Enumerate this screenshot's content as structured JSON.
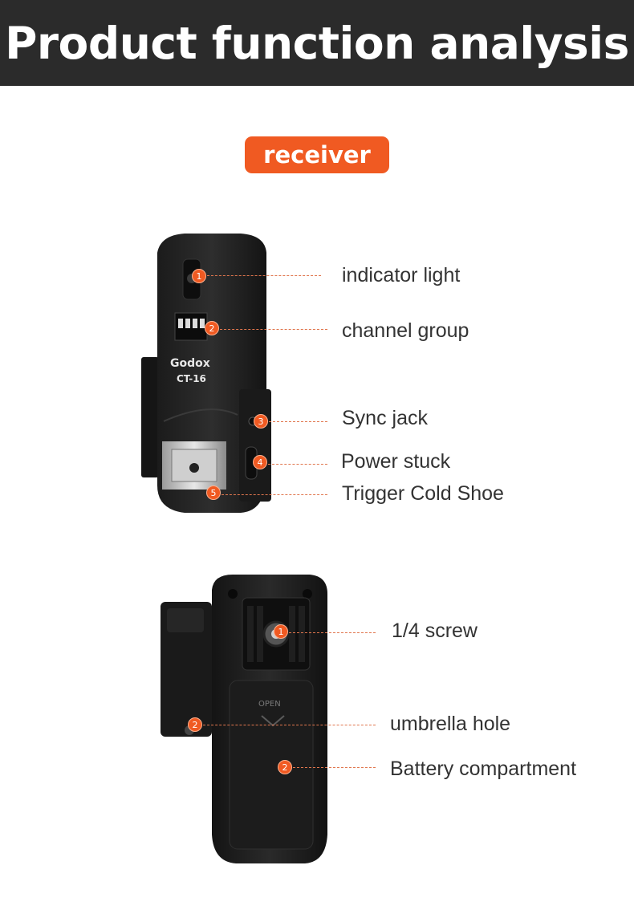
{
  "header": {
    "title": "Product function analysis"
  },
  "badge": {
    "label": "receiver"
  },
  "device": {
    "brand": "Godox",
    "model": "CT-16",
    "open_text": "OPEN"
  },
  "receiver_callouts": [
    {
      "num": "1",
      "label": "indicator light"
    },
    {
      "num": "2",
      "label": "channel group"
    },
    {
      "num": "3",
      "label": "Sync jack"
    },
    {
      "num": "4",
      "label": "Power stuck"
    },
    {
      "num": "5",
      "label": "Trigger Cold Shoe"
    }
  ],
  "back_callouts": [
    {
      "num": "1",
      "label": "1/4 screw"
    },
    {
      "num": "2",
      "label": "umbrella hole"
    },
    {
      "num": "2",
      "label": "Battery compartment"
    }
  ],
  "colors": {
    "accent": "#f05a22",
    "header_bg": "#2b2b2b",
    "text": "#333333"
  }
}
